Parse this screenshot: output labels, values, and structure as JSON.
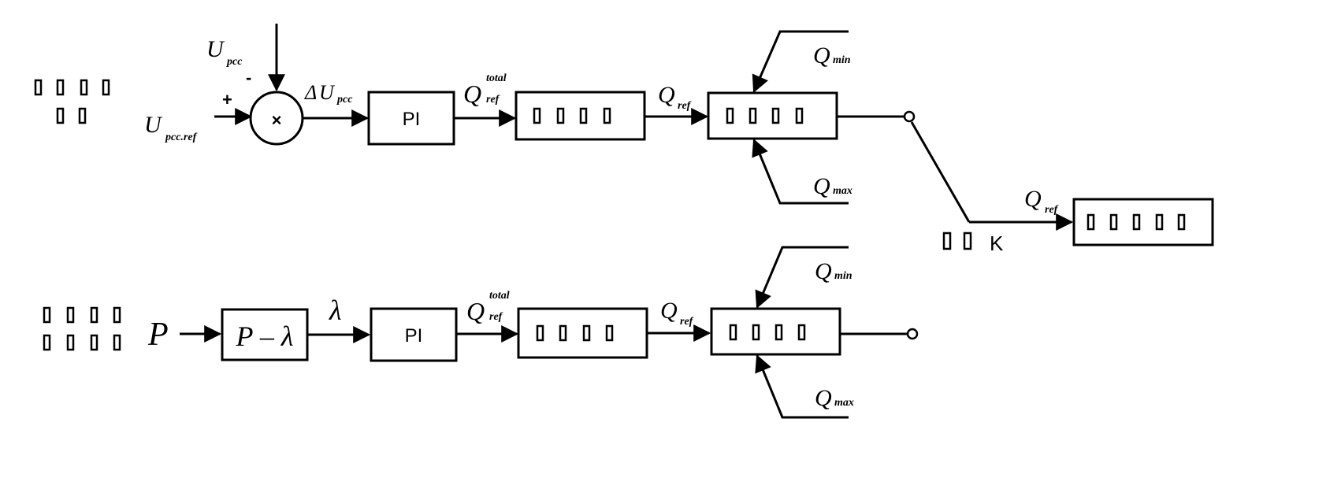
{
  "diagram": {
    "row1": {
      "input_ref": "U",
      "input_ref_sub": "pcc.ref",
      "input_meas": "U",
      "input_meas_sub": "pcc",
      "plus_sign": "+",
      "minus_sign": "-",
      "summer_symbol": "×",
      "error_delta": "Δ",
      "error_var": "U",
      "error_sub": "pcc",
      "pi_label": "PI",
      "q_total": "Q",
      "q_total_sup": "total",
      "q_total_sub": "ref",
      "q_ref": "Q",
      "q_ref_sub": "ref",
      "q_min": "Q",
      "q_min_sub": "min",
      "q_max": "Q",
      "q_max_sub": "max"
    },
    "row2": {
      "input": "P",
      "droop_label": "P – λ",
      "lambda": "λ",
      "pi_label": "PI",
      "q_total": "Q",
      "q_total_sup": "total",
      "q_total_sub": "ref",
      "q_ref": "Q",
      "q_ref_sub": "ref",
      "q_min": "Q",
      "q_min_sub": "min",
      "q_max": "Q",
      "q_max_sub": "max"
    },
    "switch": {
      "label": "K",
      "out_q": "Q",
      "out_q_sub": "ref"
    }
  }
}
